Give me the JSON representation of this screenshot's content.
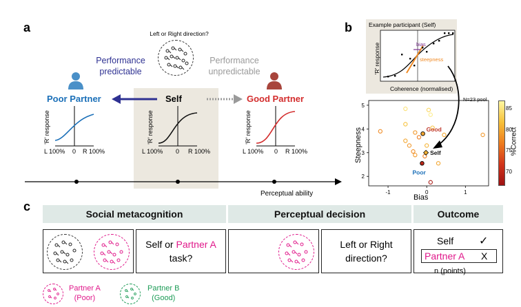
{
  "panels": {
    "a": "a",
    "b": "b",
    "c": "c"
  },
  "panel_a": {
    "stimulus_question": "Left or Right direction?",
    "predictable_line1": "Performance",
    "predictable_line2": "predictable",
    "unpredictable_line1": "Performance",
    "unpredictable_line2": "unpredictable",
    "poor_partner": "Poor Partner",
    "self": "Self",
    "good_partner": "Good Partner",
    "ylabel": "'R' response",
    "x_left": "L 100%",
    "x_mid": "0",
    "x_right": "R 100%",
    "axis_label": "Perceptual ability",
    "colors": {
      "poor": "#1a6fb8",
      "self": "#111111",
      "good": "#d32c2c",
      "arrow_blue": "#2e3192",
      "self_bg": "#ece8df"
    }
  },
  "panel_b": {
    "inset_title": "Example participant (Self)",
    "inset_ylabel": "'R' response",
    "inset_xlabel": "Coherence (normalised)",
    "bias_label": "bias",
    "steepness_label": "steepness",
    "pool_label": "N=23 pool",
    "ylabel": "Steepness",
    "xlabel": "Bias",
    "colorbar_label": "%Correct",
    "colorbar_ticks": [
      "85",
      "80",
      "75",
      "70"
    ],
    "good_label": "Good",
    "self_label": "Self",
    "poor_label": "Poor"
  },
  "chart_data": {
    "type": "scatter",
    "xlabel": "Bias",
    "ylabel": "Steepness",
    "xlim": [
      -1.5,
      1.6
    ],
    "ylim": [
      1.6,
      5.2
    ],
    "x_ticks": [
      "-1",
      "0",
      "1"
    ],
    "y_ticks": [
      "5",
      "4",
      "3",
      "2"
    ],
    "colorbar": {
      "label": "%Correct",
      "range": [
        67,
        87
      ]
    },
    "points": [
      {
        "x": -0.55,
        "y": 4.85,
        "c": 85
      },
      {
        "x": 0.05,
        "y": 4.8,
        "c": 84
      },
      {
        "x": 0.1,
        "y": 4.6,
        "c": 86
      },
      {
        "x": -0.55,
        "y": 4.2,
        "c": 82
      },
      {
        "x": -1.2,
        "y": 3.9,
        "c": 78
      },
      {
        "x": -0.3,
        "y": 3.85,
        "c": 79
      },
      {
        "x": 0.15,
        "y": 4.05,
        "c": 82
      },
      {
        "x": 0.45,
        "y": 3.75,
        "c": 80
      },
      {
        "x": 1.45,
        "y": 3.75,
        "c": 79
      },
      {
        "x": -0.2,
        "y": 3.65,
        "c": 77
      },
      {
        "x": -0.55,
        "y": 3.5,
        "c": 80
      },
      {
        "x": -0.45,
        "y": 3.3,
        "c": 79
      },
      {
        "x": 0.0,
        "y": 3.3,
        "c": 81
      },
      {
        "x": -0.35,
        "y": 3.05,
        "c": 78
      },
      {
        "x": -0.3,
        "y": 2.9,
        "c": 79
      },
      {
        "x": -0.05,
        "y": 2.85,
        "c": 77
      },
      {
        "x": 0.3,
        "y": 2.55,
        "c": 80
      },
      {
        "x": 0.1,
        "y": 1.75,
        "c": 68
      }
    ],
    "highlighted": [
      {
        "name": "Good",
        "x": -0.1,
        "y": 3.8,
        "c": 80
      },
      {
        "name": "Self",
        "x": -0.02,
        "y": 3.0,
        "c": 81
      },
      {
        "name": "Poor",
        "x": -0.12,
        "y": 2.55,
        "c": 70
      }
    ]
  },
  "panel_c": {
    "hdr_social": "Social metacognition",
    "hdr_perceptual": "Perceptual decision",
    "hdr_outcome": "Outcome",
    "q_self_or": "Self or ",
    "q_partner": "Partner A",
    "q_task": "task?",
    "q_lr_line1": "Left or Right",
    "q_lr_line2": "direction?",
    "out_self": "Self",
    "out_check": "✓",
    "out_partner": "Partner A",
    "out_x": "X",
    "out_points": "n (points)",
    "legend_a_line1": "Partner A",
    "legend_a_line2": "(Poor)",
    "legend_b_line1": "Partner B",
    "legend_b_line2": "(Good)",
    "colors": {
      "partner_a": "#e0188a",
      "partner_b": "#1c9b56",
      "header_bg": "#dfe9e6"
    }
  }
}
